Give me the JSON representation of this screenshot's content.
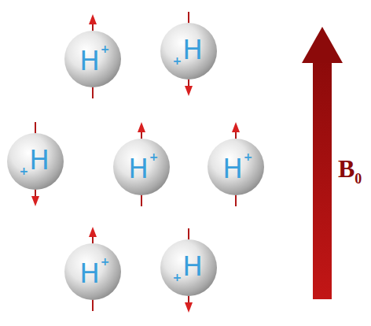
{
  "diagram": {
    "nodes": [
      {
        "text": [
          "H",
          "+"
        ]
      },
      {
        "text": [
          "H",
          "+"
        ]
      },
      {
        "text": [
          "H",
          "+"
        ]
      },
      {
        "text": [
          "H",
          "+"
        ]
      },
      {
        "text": [
          "H",
          "+"
        ]
      },
      {
        "text": [
          "H",
          "+"
        ]
      },
      {
        "text": [
          "H",
          "+"
        ]
      }
    ],
    "labels": [
      "B",
      "0"
    ]
  }
}
